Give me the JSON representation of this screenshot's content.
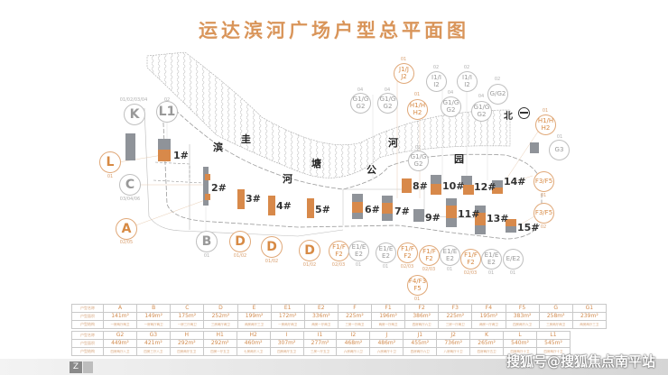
{
  "title": "运达滨河广场户型总平面图",
  "north_label": "北",
  "roads": [
    "滨",
    "河",
    "圭",
    "塘",
    "公",
    "河",
    "园"
  ],
  "buildings": [
    "1#",
    "2#",
    "3#",
    "4#",
    "5#",
    "6#",
    "7#",
    "8#",
    "9#",
    "10#",
    "11#",
    "12#",
    "13#",
    "14#",
    "15#"
  ],
  "callouts": [
    {
      "id": "K",
      "label": "K",
      "sub": "01/02/03/04",
      "color": "gray"
    },
    {
      "id": "L1",
      "label": "L1",
      "sub": "02",
      "color": "gray"
    },
    {
      "id": "L",
      "label": "L",
      "sub": "01",
      "color": "orange"
    },
    {
      "id": "C",
      "label": "C",
      "sub": "03/04/06",
      "color": "gray"
    },
    {
      "id": "A",
      "label": "A",
      "sub": "02/05",
      "color": "orange"
    },
    {
      "id": "B",
      "label": "B",
      "sub": "01",
      "color": "gray"
    },
    {
      "id": "D1",
      "label": "D",
      "sub": "01/02",
      "color": "orange"
    },
    {
      "id": "D2",
      "label": "D",
      "sub": "01/02",
      "color": "orange"
    },
    {
      "id": "D3",
      "label": "D",
      "sub": "01/02",
      "color": "orange"
    },
    {
      "id": "F1F2a",
      "label": "F1/F F2",
      "sub": "02/03",
      "color": "orange"
    },
    {
      "id": "E1E2a",
      "label": "E1/E E2",
      "sub": "01",
      "color": "gray"
    },
    {
      "id": "E1E2b",
      "label": "E1/E E2",
      "sub": "01",
      "color": "gray"
    },
    {
      "id": "F1F2b",
      "label": "F1/F F2",
      "sub": "02/03",
      "color": "orange"
    },
    {
      "id": "F1F2c",
      "label": "F1/F F2",
      "sub": "02/03",
      "color": "orange"
    },
    {
      "id": "E1E2c",
      "label": "E1/E E2",
      "sub": "01",
      "color": "gray"
    },
    {
      "id": "F1F2d",
      "label": "F1/F F2",
      "sub": "02/03",
      "color": "orange"
    },
    {
      "id": "E1E2d",
      "label": "E1/E E2",
      "sub": "01",
      "color": "gray"
    },
    {
      "id": "EE2",
      "label": "E/E2",
      "sub": "01",
      "color": "gray"
    },
    {
      "id": "F4F3F5",
      "label": "F4/F3 F5",
      "sub": "01",
      "color": "orange"
    },
    {
      "id": "F3F5a",
      "label": "F3/F5",
      "sub": "01",
      "color": "orange"
    },
    {
      "id": "F3F5b",
      "label": "F3/F5",
      "sub": "02",
      "color": "orange"
    },
    {
      "id": "G1Ga",
      "label": "G1/G G2",
      "sub": "04",
      "color": "gray"
    },
    {
      "id": "G1Gb",
      "label": "G1/G G2",
      "sub": "04",
      "color": "gray"
    },
    {
      "id": "J1J",
      "label": "J1/J J2",
      "sub": "01",
      "color": "orange"
    },
    {
      "id": "H1Ha",
      "label": "H1/H H2",
      "sub": "01",
      "color": "orange"
    },
    {
      "id": "I1Ia",
      "label": "I1/I I2",
      "sub": "02",
      "color": "gray"
    },
    {
      "id": "I1Ib",
      "label": "I1/I I2",
      "sub": "02",
      "color": "gray"
    },
    {
      "id": "G1Gc",
      "label": "G1/G G2",
      "sub": "04",
      "color": "gray"
    },
    {
      "id": "G1Gd",
      "label": "G1/G G2",
      "sub": "04",
      "color": "gray"
    },
    {
      "id": "GG2",
      "label": "G/G2",
      "sub": "02",
      "color": "gray"
    },
    {
      "id": "H1Hb",
      "label": "H1/H H2",
      "sub": "01",
      "color": "orange"
    },
    {
      "id": "G3",
      "label": "G3",
      "sub": "01",
      "color": "gray"
    },
    {
      "id": "G1Ge",
      "label": "G1/G G2",
      "sub": "02",
      "color": "gray"
    }
  ],
  "table": {
    "row_headers": [
      "户型名称",
      "户型面积",
      "户型结构"
    ],
    "block1": [
      {
        "name": "A",
        "area": "141m²",
        "layout": "一房两厅两卫"
      },
      {
        "name": "B",
        "area": "149m²",
        "layout": "一房两厅两卫"
      },
      {
        "name": "C",
        "area": "175m²",
        "layout": "一房三厅两卫"
      },
      {
        "name": "D",
        "area": "252m²",
        "layout": "三房两厅两卫"
      },
      {
        "name": "E",
        "area": "199m²",
        "layout": "两房两厅三卫"
      },
      {
        "name": "E1",
        "area": "172m²",
        "layout": "一房两厅两卫"
      },
      {
        "name": "E2",
        "area": "336m²",
        "layout": "两房一厅两卫"
      },
      {
        "name": "F",
        "area": "225m²",
        "layout": "三房一厅两卫"
      },
      {
        "name": "F1",
        "area": "196m²",
        "layout": "两房一厅两卫"
      },
      {
        "name": "F2",
        "area": "386m²",
        "layout": "四房两厅六卫"
      },
      {
        "name": "F3",
        "area": "225m²",
        "layout": "三房一厅两卫"
      },
      {
        "name": "F4",
        "area": "195m²",
        "layout": "两房一厅两卫"
      },
      {
        "name": "F5",
        "area": "383m²",
        "layout": "四房两厅六卫"
      },
      {
        "name": "G",
        "area": "258m²",
        "layout": "三房两厅两卫"
      },
      {
        "name": "G1",
        "area": "239m²",
        "layout": "两房两厅三卫"
      }
    ],
    "block2": [
      {
        "name": "G2",
        "area": "449m²",
        "layout": "四房两厅八卫"
      },
      {
        "name": "G3",
        "area": "421m²",
        "layout": "四房三厅八卫"
      },
      {
        "name": "H",
        "area": "292m²",
        "layout": "四房两厅五卫"
      },
      {
        "name": "H1",
        "area": "292m²",
        "layout": "四房一厅五卫"
      },
      {
        "name": "H2",
        "area": "460m²",
        "layout": "七房两厅八卫"
      },
      {
        "name": "I",
        "area": "307m²",
        "layout": "四房两厅五卫"
      },
      {
        "name": "I1",
        "area": "277m²",
        "layout": "三房一厅五卫"
      },
      {
        "name": "I2",
        "area": "468m²",
        "layout": "六房两厅八卫"
      },
      {
        "name": "J",
        "area": "486m²",
        "layout": "六房两厅十卫"
      },
      {
        "name": "J1",
        "area": "455m²",
        "layout": "四房两厅六卫"
      },
      {
        "name": "J2",
        "area": "736m²",
        "layout": "八房两厅十卫"
      },
      {
        "name": "K",
        "area": "265m²",
        "layout": "四房两厅五卫"
      },
      {
        "name": "L",
        "area": "540m²",
        "layout": "四房两厅十卫"
      },
      {
        "name": "L1",
        "area": "545m²",
        "layout": "四房两厅十卫"
      }
    ]
  },
  "watermark": "搜狐号@搜狐焦点南平站",
  "colors": {
    "accent": "#d8894a",
    "gray": "#8f9399",
    "title": "#d9955a"
  }
}
